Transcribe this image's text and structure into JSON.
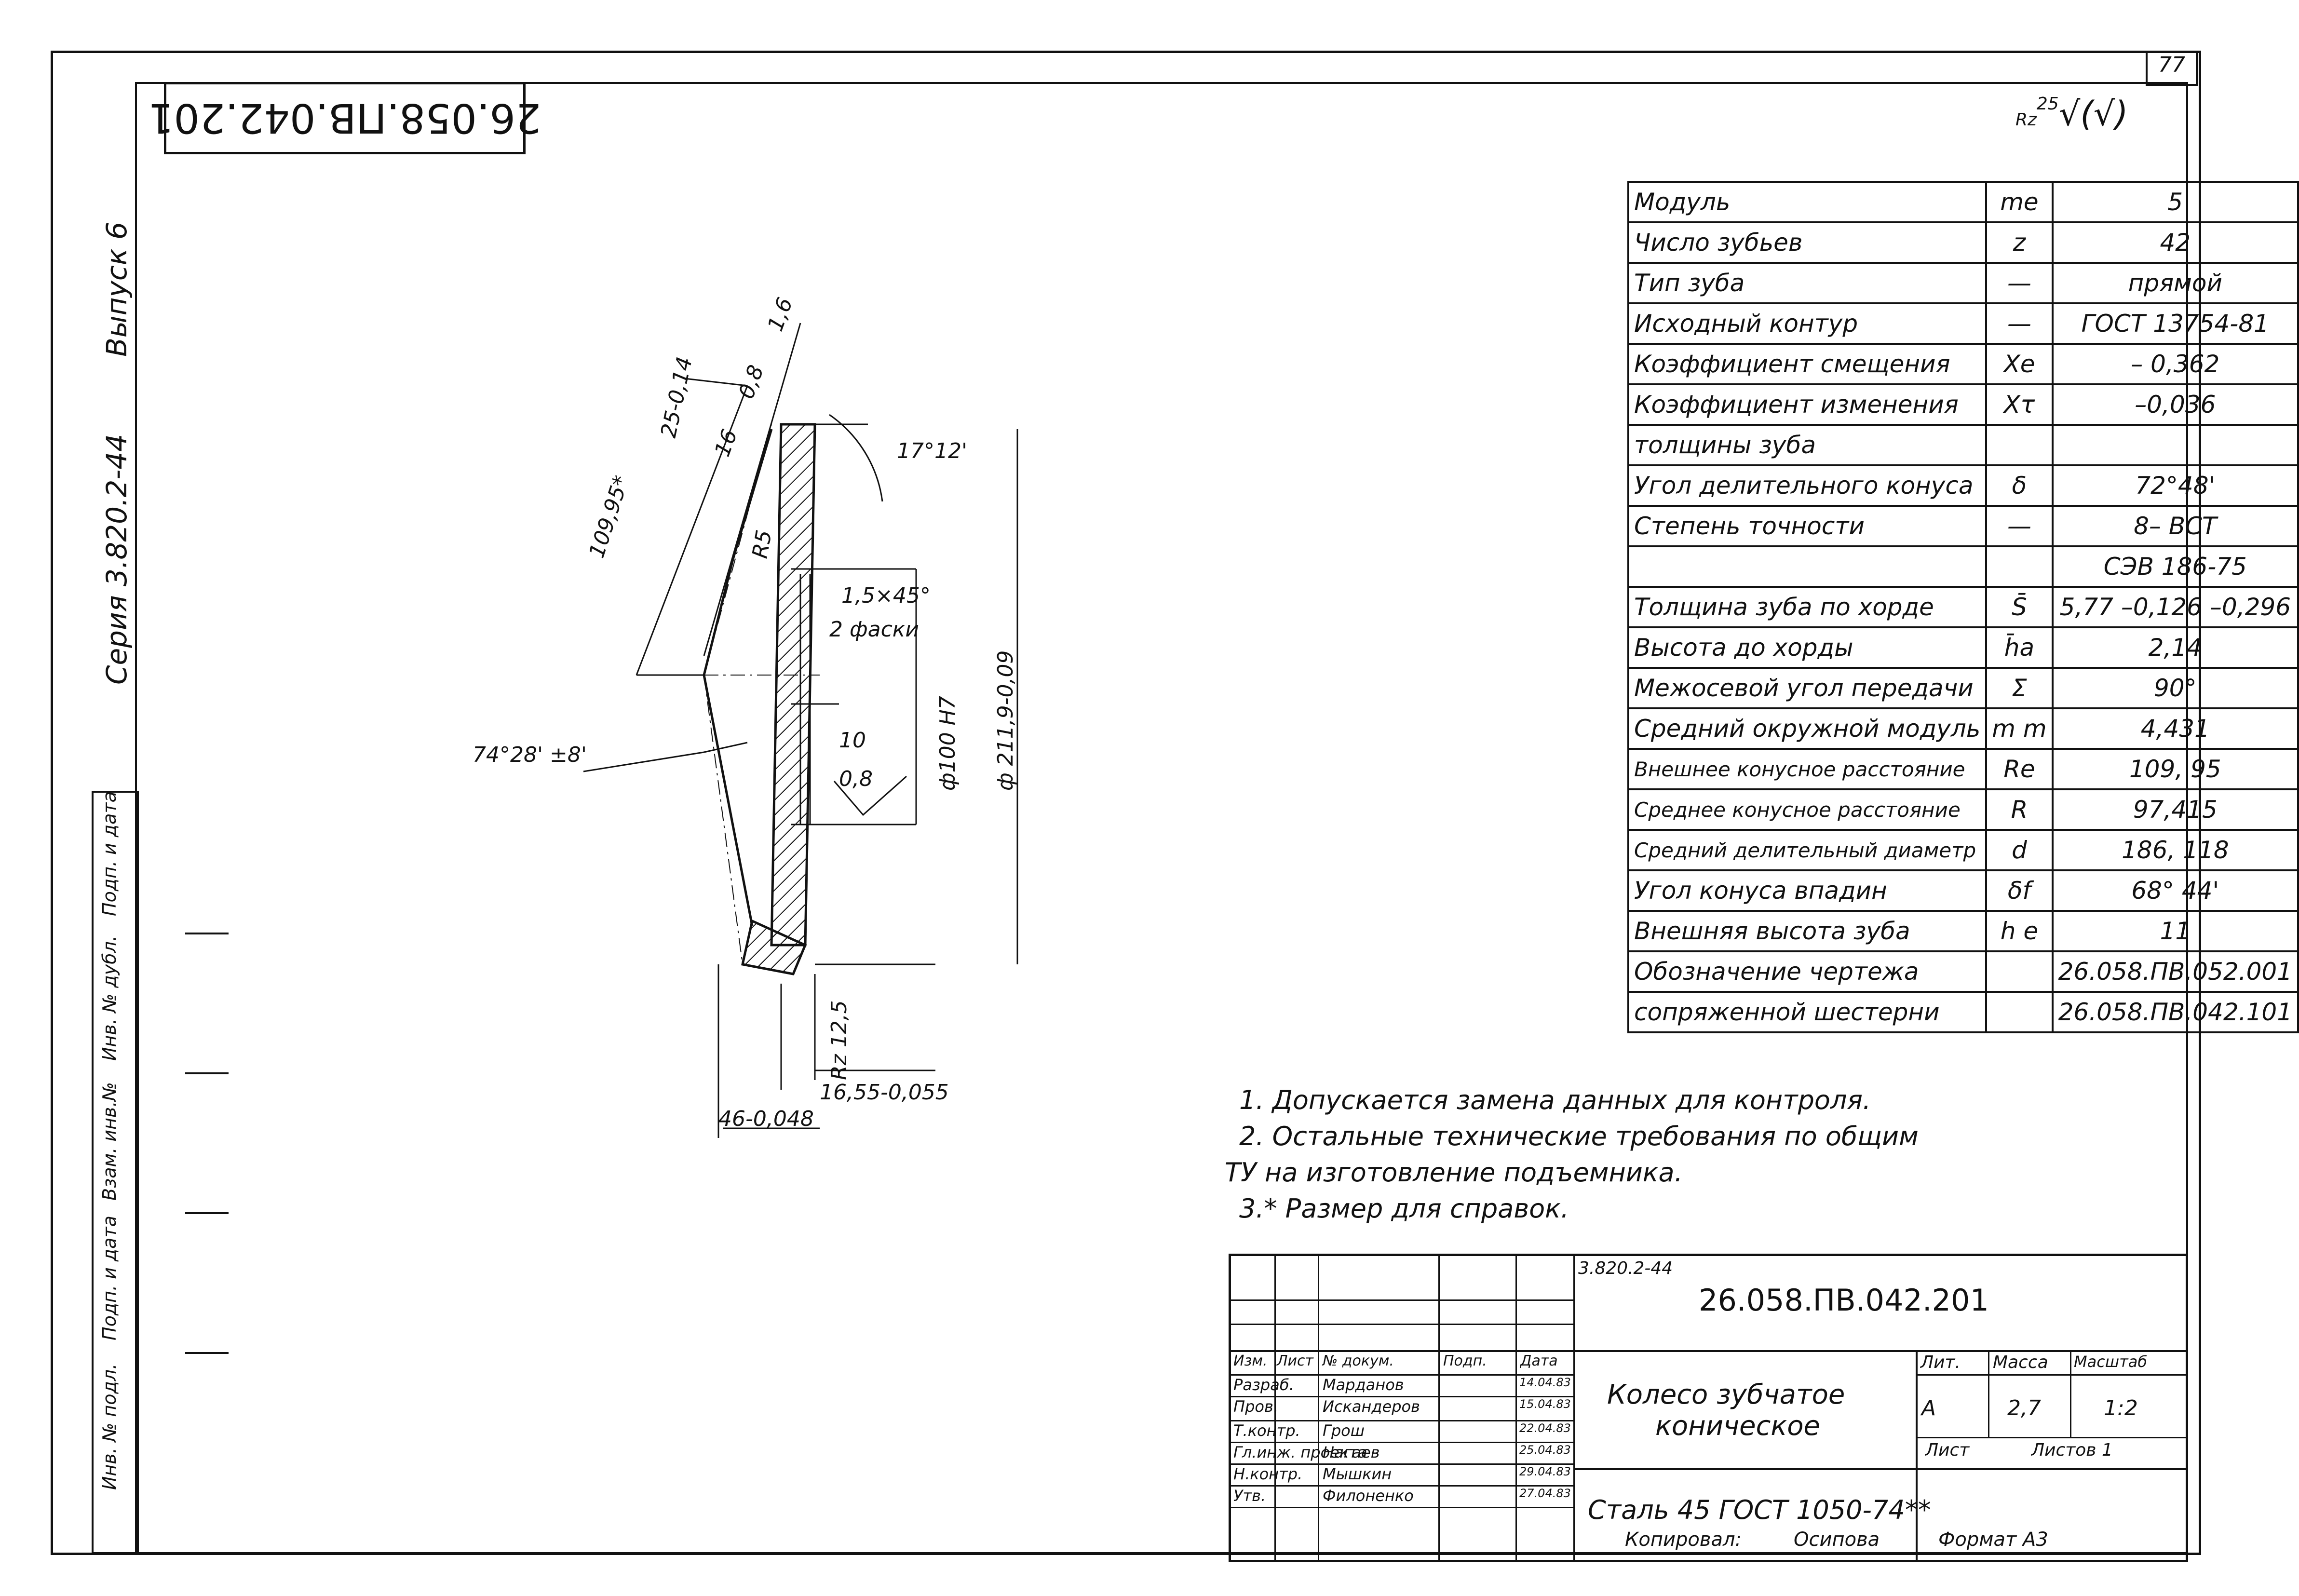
{
  "sheet_number": "77",
  "stamp_code": "26.058.ПВ.042.201",
  "series_label": "Серия 3.820.2-44",
  "issue_label": "Выпуск 6",
  "side_block": [
    "Подп. и дата",
    "Инв. № дубл.",
    "Взам. инв.№",
    "Подп. и дата",
    "Инв. № подл."
  ],
  "roughness": {
    "prefix": "Rz",
    "value": "25",
    "suffix": "(√)"
  },
  "parameters": [
    {
      "name": "Модуль",
      "symbol": "me",
      "value": "5"
    },
    {
      "name": "Число зубьев",
      "symbol": "z",
      "value": "42"
    },
    {
      "name": "Тип зуба",
      "symbol": "—",
      "value": "прямой"
    },
    {
      "name": "Исходный контур",
      "symbol": "—",
      "value": "ГОСТ 13754-81"
    },
    {
      "name": "Коэффициент смещения",
      "symbol": "Xe",
      "value": "– 0,362"
    },
    {
      "name": "Коэффициент изменения",
      "symbol": "Xτ",
      "value": "–0,036"
    },
    {
      "name": "толщины зуба",
      "symbol": "",
      "value": ""
    },
    {
      "name": "Угол делительного конуса",
      "symbol": "δ",
      "value": "72°48'"
    },
    {
      "name": "Степень точности",
      "symbol": "—",
      "value": "8– ВСТ"
    },
    {
      "name": "",
      "symbol": "",
      "value": "СЭВ 186-75"
    },
    {
      "name": "Толщина зуба по хорде",
      "symbol": "S̄",
      "value": "5,77 –0,126 –0,296"
    },
    {
      "name": "Высота до хорды",
      "symbol": "h̄a",
      "value": "2,14"
    },
    {
      "name": "Межосевой угол передачи",
      "symbol": "Σ",
      "value": "90°"
    },
    {
      "name": "Средний окружной модуль",
      "symbol": "m m",
      "value": "4,431"
    },
    {
      "name": "Внешнее конусное расстояние",
      "symbol": "Re",
      "value": "109, 95"
    },
    {
      "name": "Среднее конусное расстояние",
      "symbol": "R",
      "value": "97,415"
    },
    {
      "name": "Средний делительный диаметр",
      "symbol": "d",
      "value": "186, 118"
    },
    {
      "name": "Угол конуса впадин",
      "symbol": "δf",
      "value": "68° 44'"
    },
    {
      "name": "Внешняя высота зуба",
      "symbol": "h e",
      "value": "11"
    },
    {
      "name": "Обозначение чертежа",
      "symbol": "",
      "value": "26.058.ПВ.052.001"
    },
    {
      "name": "сопряженной шестерни",
      "symbol": "",
      "value": "26.058.ПВ.042.101"
    }
  ],
  "notes": [
    "1. Допускается замена данных для контроля.",
    "2. Остальные технические требования по общим",
    "ТУ на изготовление подъемника.",
    "3.* Размер для справок."
  ],
  "dimensions": {
    "d1": "109,95*",
    "d2": "25-0,14",
    "d3": "16",
    "d4": "0,8",
    "d5": "1,6",
    "angle": "17°12'",
    "chamfer": "1,5×45°",
    "chamfer_note": "2 фаски",
    "bore": "ф100 Н7",
    "outer": "ф 211,9-0,09",
    "r": "R5",
    "taper_angle": "74°28' ±8'",
    "ten": "10",
    "rough_08": "0,8",
    "rz": "Rz 12,5",
    "d_1655": "16,55-0,055",
    "d_46": "46-0,048"
  },
  "title_block": {
    "series_small": "3.820.2-44",
    "doc_code": "26.058.ПВ.042.201",
    "part_name_1": "Колесо зубчатое",
    "part_name_2": "коническое",
    "material": "Сталь 45 ГОСТ 1050-74**",
    "headers": [
      "Изм.",
      "Лист",
      "№ докум.",
      "Подп.",
      "Дата"
    ],
    "lit": "Лит.",
    "mass_label": "Масса",
    "scale_label": "Масштаб",
    "lit_value": "А",
    "mass_value": "2,7",
    "scale_value": "1:2",
    "sheet_label": "Лист",
    "sheets_label": "Листов 1",
    "rows": [
      {
        "role": "Разраб.",
        "name": "Марданов",
        "date": "14.04.83"
      },
      {
        "role": "Пров.",
        "name": "Искандеров",
        "date": "15.04.83"
      },
      {
        "role": "Т.контр.",
        "name": "Грош",
        "date": "22.04.83"
      },
      {
        "role": "Гл.инж. проекта",
        "name": "Нагаев",
        "date": "25.04.83"
      },
      {
        "role": "Н.контр.",
        "name": "Мышкин",
        "date": "29.04.83"
      },
      {
        "role": "Утв.",
        "name": "Филоненко",
        "date": "27.04.83"
      }
    ],
    "copied": "Копировал:",
    "copier": "Осипова",
    "format": "Формат А3"
  }
}
